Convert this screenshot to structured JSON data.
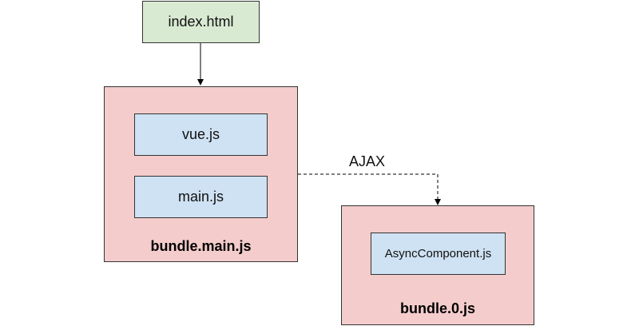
{
  "nodes": {
    "index_html": {
      "label": "index.html"
    },
    "bundle_main": {
      "label": "bundle.main.js",
      "children": [
        {
          "label": "vue.js"
        },
        {
          "label": "main.js"
        }
      ]
    },
    "bundle_0": {
      "label": "bundle.0.js",
      "children": [
        {
          "label": "AsyncComponent.js"
        }
      ]
    }
  },
  "edges": [
    {
      "from": "index.html",
      "to": "bundle.main.js",
      "style": "solid",
      "label": ""
    },
    {
      "from": "bundle.main.js",
      "to": "bundle.0.js",
      "style": "dashed",
      "label": "AJAX"
    }
  ],
  "colors": {
    "entry_fill": "#d9ead3",
    "bundle_fill": "#f4cccc",
    "module_fill": "#cfe2f3",
    "stroke": "#333333"
  }
}
